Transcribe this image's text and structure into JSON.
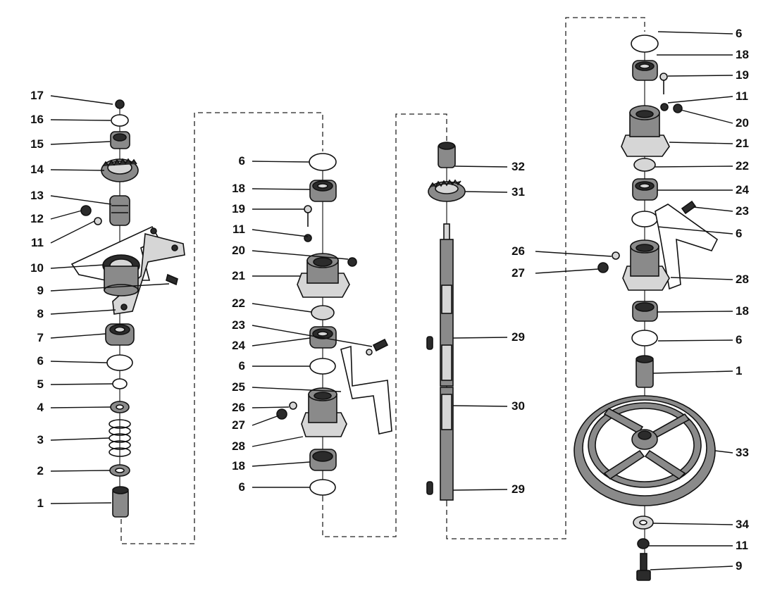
{
  "diagram": {
    "assemblies": [
      {
        "name": "left-column",
        "callouts": [
          {
            "label": "17"
          },
          {
            "label": "16"
          },
          {
            "label": "15"
          },
          {
            "label": "14"
          },
          {
            "label": "13"
          },
          {
            "label": "12"
          },
          {
            "label": "11"
          },
          {
            "label": "10"
          },
          {
            "label": "9"
          },
          {
            "label": "8"
          },
          {
            "label": "7"
          },
          {
            "label": "6"
          },
          {
            "label": "5"
          },
          {
            "label": "4"
          },
          {
            "label": "3"
          },
          {
            "label": "2"
          },
          {
            "label": "1"
          }
        ]
      },
      {
        "name": "second-column",
        "callouts": [
          {
            "label": "6"
          },
          {
            "label": "18"
          },
          {
            "label": "19"
          },
          {
            "label": "11"
          },
          {
            "label": "20"
          },
          {
            "label": "21"
          },
          {
            "label": "22"
          },
          {
            "label": "23"
          },
          {
            "label": "24"
          },
          {
            "label": "6"
          },
          {
            "label": "25"
          },
          {
            "label": "26"
          },
          {
            "label": "27"
          },
          {
            "label": "28"
          },
          {
            "label": "18"
          },
          {
            "label": "6"
          }
        ]
      },
      {
        "name": "shaft-column",
        "callouts": [
          {
            "label": "32"
          },
          {
            "label": "31"
          },
          {
            "label": "29"
          },
          {
            "label": "30"
          },
          {
            "label": "29"
          }
        ]
      },
      {
        "name": "right-column",
        "callouts": [
          {
            "label": "6"
          },
          {
            "label": "18"
          },
          {
            "label": "19"
          },
          {
            "label": "11"
          },
          {
            "label": "20"
          },
          {
            "label": "21"
          },
          {
            "label": "22"
          },
          {
            "label": "24"
          },
          {
            "label": "23"
          },
          {
            "label": "6"
          },
          {
            "label": "26"
          },
          {
            "label": "27"
          },
          {
            "label": "28"
          },
          {
            "label": "18"
          },
          {
            "label": "6"
          },
          {
            "label": "1"
          },
          {
            "label": "33"
          },
          {
            "label": "34"
          },
          {
            "label": "11"
          },
          {
            "label": "9"
          }
        ]
      }
    ]
  }
}
